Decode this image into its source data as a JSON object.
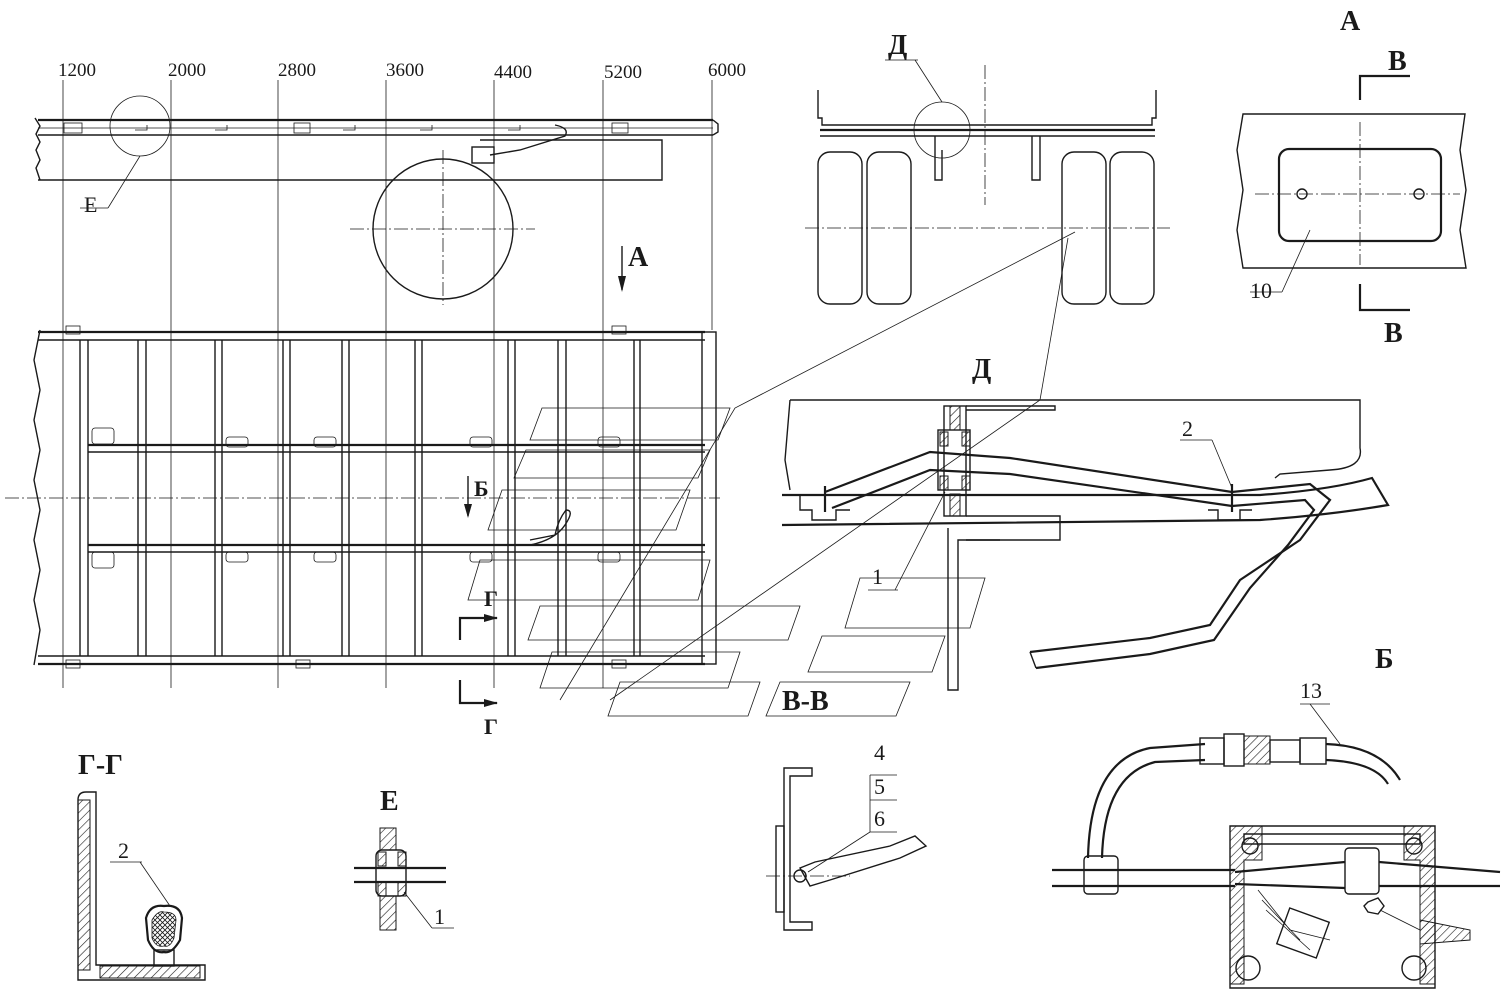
{
  "dimension_marks": [
    "1200",
    "2000",
    "2800",
    "3600",
    "4400",
    "5200",
    "6000"
  ],
  "views": {
    "A": "А",
    "D": "Д",
    "B": "Б",
    "VV": "В-В",
    "GG": "Г-Г",
    "E": "Е"
  },
  "section_marks": {
    "V": "В",
    "G": "Г",
    "B": "Б",
    "A": "А",
    "E": "Е",
    "D": "Д"
  },
  "part_numbers": [
    "1",
    "2",
    "4",
    "5",
    "6",
    "10",
    "13"
  ]
}
